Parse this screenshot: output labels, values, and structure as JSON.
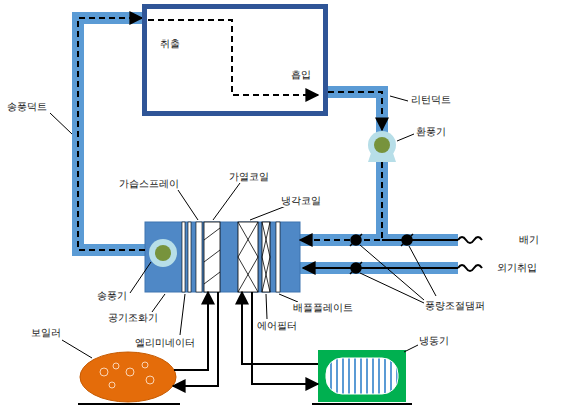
{
  "diagram": {
    "nodes": [
      {
        "text": [
          "취출",
          "흡입"
        ]
      },
      {
        "text": [
          "공기조화기"
        ]
      },
      {
        "text": [
          "보일러"
        ]
      },
      {
        "text": [
          "냉동기"
        ]
      },
      {
        "text": [
          "환풍기"
        ]
      }
    ],
    "edges": [
      {
        "from": 1,
        "to": 0,
        "arrow": "to"
      },
      {
        "from": 0,
        "to": 4,
        "arrow": "to"
      },
      {
        "from": 4,
        "to": 1,
        "arrow": "to"
      },
      {
        "from": 2,
        "to": 1,
        "arrow": "to"
      },
      {
        "from": 1,
        "to": 2,
        "arrow": "to"
      },
      {
        "from": 3,
        "to": 1,
        "arrow": "to"
      },
      {
        "from": 1,
        "to": 3,
        "arrow": "to"
      }
    ],
    "labels": [
      "송풍덕트",
      "리턴덕트",
      "가습스프레이",
      "가열코일",
      "냉각코일",
      "배기",
      "외기취입",
      "풍량조절댐퍼",
      "송풍기",
      "엘리미네이터",
      "에어필터",
      "배플플레이트"
    ]
  }
}
